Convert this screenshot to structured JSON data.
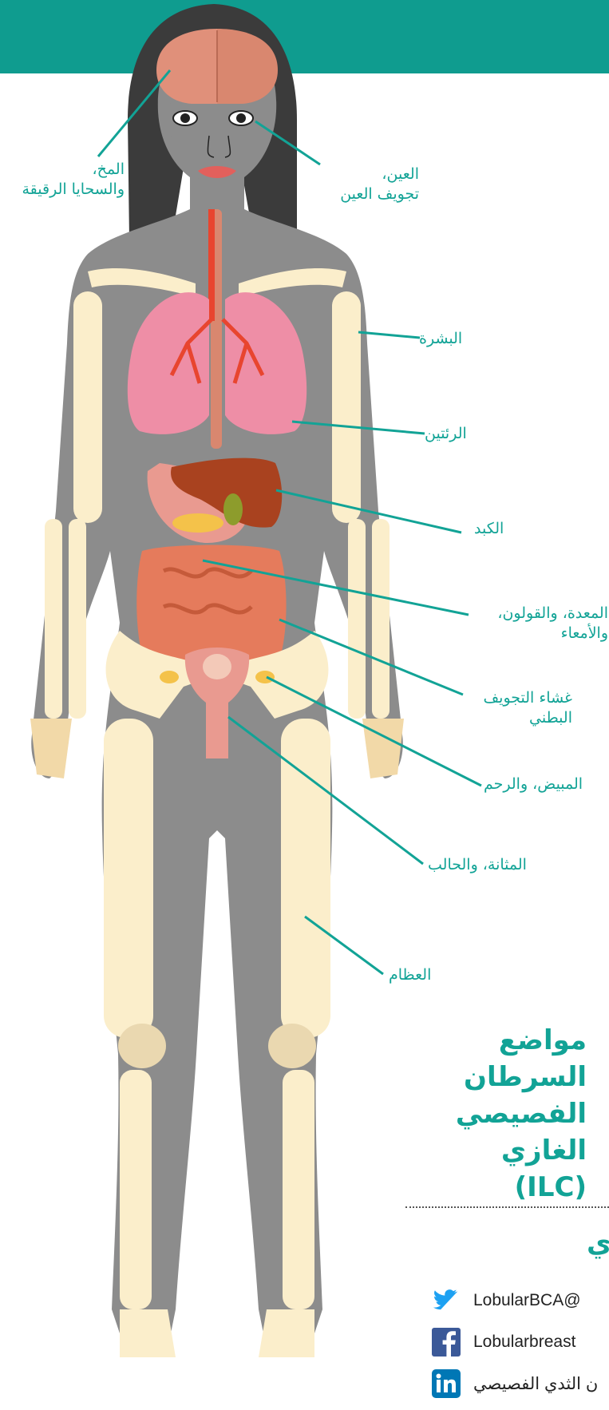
{
  "labels": {
    "brain": [
      "المخ،",
      "والسحايا الرقيقة"
    ],
    "eye": [
      "العين،",
      "تجويف العين"
    ],
    "skin": "البشرة",
    "lungs": "الرئتين",
    "liver": "الكبد",
    "stomach": [
      "المعدة، والقولون،",
      "والأمعاء"
    ],
    "peritoneum": [
      "غشاء التجويف",
      "البطني"
    ],
    "ovary": "المبيض، والرحم",
    "bladder": "المثانة، والحالب",
    "bones": "العظام"
  },
  "title": {
    "line1": "مواضع السرطان",
    "line2": "الفصيصي الغازي",
    "line3": "(ILC)"
  },
  "follow_heading": "ي:",
  "social": [
    {
      "icon": "twitter-icon",
      "text": "LobularBCA@",
      "color": "#1da1f2"
    },
    {
      "icon": "facebook-icon",
      "text": "Lobularbreast",
      "color": "#3b5998"
    },
    {
      "icon": "linkedin-icon",
      "text": "ن الثدي الفصيصي",
      "color": "#0077b5"
    }
  ],
  "colors": {
    "accent": "#12a396",
    "banner": "#0f9c8f",
    "body": "#8c8c8c",
    "bone": "#fbeecb",
    "hair": "#3b3b3b"
  }
}
